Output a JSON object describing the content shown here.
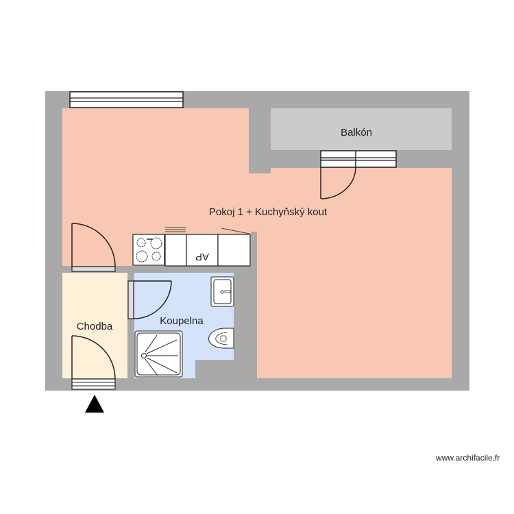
{
  "plan": {
    "rooms": [
      {
        "id": "pokoj",
        "label": "Pokoj 1 + Kuchyňský kout",
        "color": "#f9c8b3"
      },
      {
        "id": "balkon",
        "label": "Balkón",
        "color": "#cbcbcb"
      },
      {
        "id": "chodba",
        "label": "Chodba",
        "color": "#fff0d8"
      },
      {
        "id": "koupelna",
        "label": "Koupelna",
        "color": "#d4e3fa"
      }
    ],
    "wall_color": "#a9a9a9",
    "fixtures": {
      "appliance_label": "AP"
    },
    "entrance_marker": "entrance-arrow"
  },
  "footer": {
    "watermark": "www.archifacile.fr"
  }
}
